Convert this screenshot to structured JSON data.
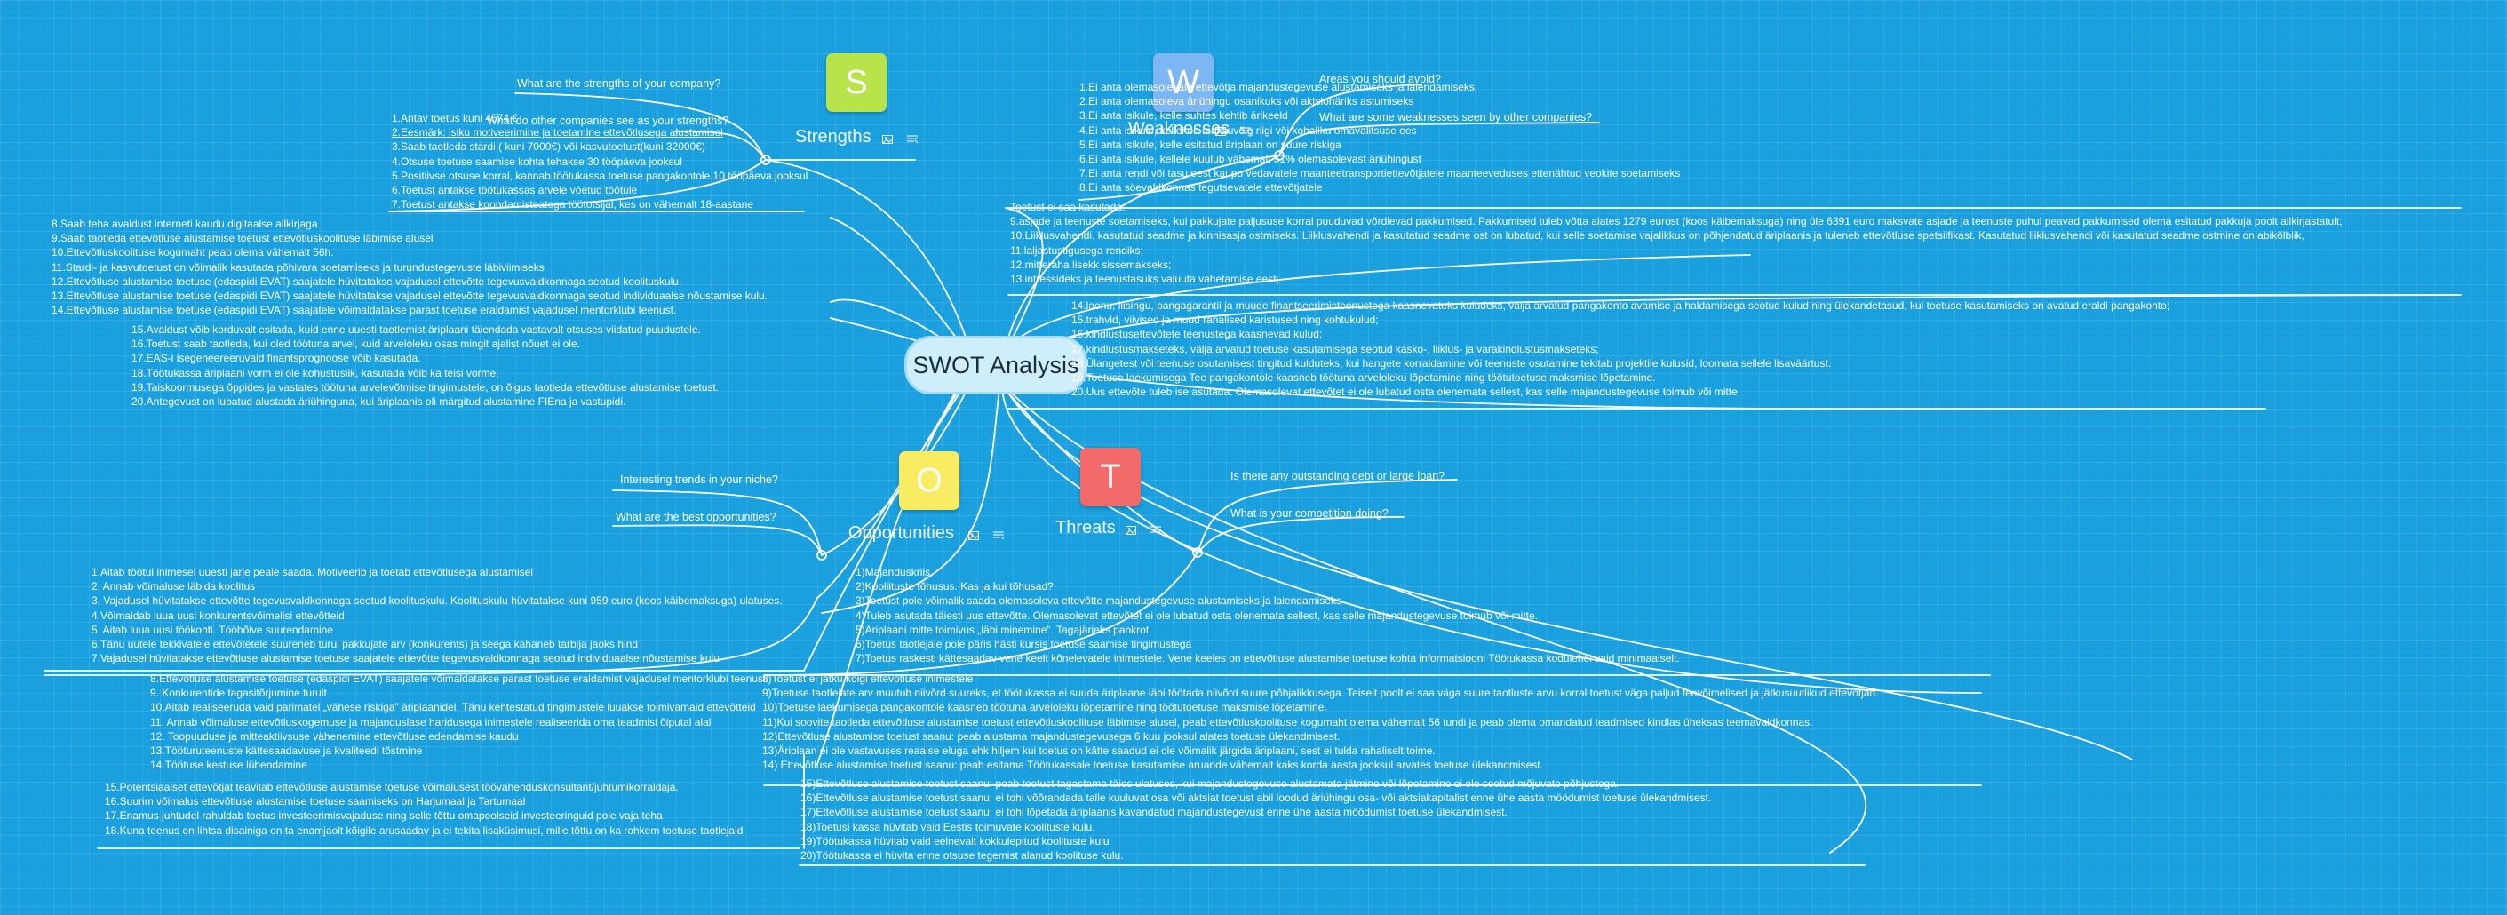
{
  "center": {
    "title": "SWOT Analysis"
  },
  "quadrants": {
    "strengths": {
      "letter": "S",
      "label": "Strengths",
      "color": "#b9e34a",
      "questions": [
        "What are the strengths of your company?",
        "What do other companies see as your strengths?"
      ]
    },
    "weaknesses": {
      "letter": "W",
      "label": "Weaknesses",
      "color": "#7cb6f3",
      "questions": [
        "Areas you should avoid?",
        "What are some weaknesses seen by other companies?"
      ]
    },
    "opportunities": {
      "letter": "O",
      "label": "Opportunities",
      "color": "#f7ec62",
      "questions": [
        "Interesting trends in your niche?",
        "What are the best opportunities?"
      ]
    },
    "threats": {
      "letter": "T",
      "label": "Threats",
      "color": "#f26a6a",
      "questions": [
        "Is there any outstanding debt or large loan?",
        "What is your competition doing?"
      ]
    }
  },
  "strengths_list_1": [
    "1.Antav toetus kuni 4574 €",
    "2.Eesmärk: isiku motiveerimine ja toetamine ettevõtlusega alustamisel",
    "3.Saab taotleda stardi ( kuni 7000€)  või kasvutoetust(kuni 32000€)",
    "4.Otsuse toetuse saamise kohta tehakse 30 tööpäeva jooksul",
    "5.Positiivse otsuse korral, kannab töötukassa toetuse pangakontole 10 tööpäeva jooksul",
    "6.Toetust antakse töötukassas arvele võetud töötule",
    "7.Toetust antakse koondamisteatega töötotsijal, kes on vähemalt 18-aastane"
  ],
  "strengths_list_2": [
    "8.Saab teha avaldust interneti kaudu digitaalse allkirjaga",
    "9.Saab taotleda  ettevõtluse alustamise toetust ettevõtluskoolituse läbimise alusel",
    "10.Ettevõtluskoolituse kogumaht peab olema vähemalt 56h.",
    "11.Stardi- ja kasvutoetust on võimalik kasutada põhivara soetamiseks ja turundustegevuste läbiviimiseks",
    "12.Ettevõtluse alustamise toetuse (edaspidi EVAT) saajatele hüvitatakse vajadusel ettevõtte tegevusvaldkonnaga seotud koolituskulu.",
    "13.Ettevõtluse alustamise toetuse (edaspidi EVAT) saajatele hüvitatakse vajadusel ettevõtte tegevusvaldkonnaga seotud individuaalse nõustamise kulu.",
    "14.Ettevõtluse alustamise toetuse (edaspidi EVAT) saajatele võimaldatakse parast toetuse eraldamist vajadusel mentorklubi teenust."
  ],
  "strengths_list_3": [
    "15.Avaldust võib korduvalt esitada, kuid enne uuesti taotlemist äriplaani täiendada vastavalt otsuses viidatud puudustele.",
    "16.Toetust saab taotleda, kui oled töötuna arvel, kuid arveloleku osas mingit ajalist nõuet ei ole.",
    "17.EAS-i isegeneereeruvaid finantsprognoose võib kasutada.",
    "18.Töötukassa äriplaani vorm ei ole kohustuslik, kasutada võib ka teisi vorme.",
    "19.Taiskoormusega õppides ja vastates töötuna arvelevõtmise tingimustele, on õigus taotleda ettevõtluse alustamise toetust.",
    "20.Antegevust on lubatud alustada äriühinguna, kui äriplaanis oli märgitud alustamine FIEna ja vastupidi."
  ],
  "weaknesses_list_1": [
    "1.Ei anta olemasolevale ettevõtja majandustegevuse alustamiseks ja laiendamiseks",
    "2.Ei anta olemasoleva äriühingu osanikuks või aktsionäriks astumiseks",
    "3.Ei anta isikule, kelle suhtes kehtib ärikeeld",
    "4.Ei anta isikule, kellel on maksuvõlg riigi või kohaliku omavalitsuse ees",
    "5.Ei anta isikule, kelle esitatud äriplaan on suure riskiga",
    "6.Ei anta isikule, kellele kuulub vähemalt 51% olemasolevast äriühingust",
    "7.Ei anta rendi või tasu eest kaupu vedavatele maanteetransportiettevõtjatele maanteeveduses ettenähtud veokite soetamiseks",
    "8.Ei anta söevaldkonnas tegutsevatele ettevõtjatele"
  ],
  "weaknesses_list_2": [
    "Toetust ei saa kasutada:",
    "9.asjade ja teenuste soetamiseks, kui pakkujate paljususe korral puuduvad võrdlevad pakkumised. Pakkumised tuleb võtta alates 1279 eurost (koos käibemaksuga) ning üle 6391 euro maksvate asjade ja teenuste puhul peavad pakkumised olema esitatud pakkuja poolt allkirjastatult;",
    "10.Liiklusvahendi, kasutatud seadme ja kinnisasja ostmiseks. Liiklusvahendi ja kasutatud seadme ost on lubatud, kui selle soetamise vajalikkus on põhjendatud äriplaanis ja tuleneb ettevõtluse spetsiifikast. Kasutatud liiklusvahendi või kasutatud seadme ostmine on abikõlblik,",
    "11.laljastustigusega rendiks;",
    "12.mitteraha lisekk sissemakseks;",
    "13.intressideks ja teenustasuks valuuta vahetamise eest;"
  ],
  "weaknesses_list_3": [
    "14.laenu, liisingu, pangagarantii ja muude finantseerimisteenustega kaasnevateks kuludeks, välja arvatud pangakonto avamise ja haldamisega seotud kulud ning ülekandetasud, kui toetuse kasutamiseks on avatud eraldi pangakonto;",
    "15.trahvid, viivised ja muud rahalised karistused ning kohtukulud;",
    "16.kindlustusettevõtete teenustega kaasnevad kulud;",
    "17.kindlustusmakseteks, välja arvatud toetuse kasutamisega seotud kasko-, liiklus- ja varakindlustusmakseteks;",
    "18.Ülangetest või teenuse osutamisest tingitud kulduteks, kui hangete korraldamine või teenuste osutamine tekitab projektile kulusid, loomata sellele lisaväärtust.",
    "19.Toetuse laekumisega Tee pangakontole kaasneb töötuna arveloleku lõpetamine ning töötutoetuse maksmise lõpetamine.",
    "20.Uus ettevõte tuleb ise asutada. Olemasolevat ettevõtet ei ole lubatud osta olenemata sellest, kas selle majandustegevuse toimub või mitte."
  ],
  "opportunities_list_1": [
    "1.Aitab töötul inimesel uuesti jarje peale saada. Motiveerib ja toetab ettevõtlusega alustamisel",
    "2. Annab võimaluse läbida koolitus",
    "3. Vajadusel hüvitatakse ettevõtte tegevusvaldkonnaga seotud koolituskulu. Koolituskulu hüvitatakse kuni 959 euro (koos käibemaksuga) ulatuses.",
    "4.Võimaldab luua uusi konkurentsvõimelisi ettevõtteid",
    "5. Aitab luua uusi töökohti. Tööhõive suurendamine",
    "6.Tänu uutele tekkivatele ettevõtetele suureneb turul pakkujate arv (konkurents) ja seega kahaneb tarbija jaoks hind",
    "7.Vajadusel hüvitatakse ettevõtluse alustamise toetuse saajatele ettevõtte tegevusvaldkonnaga seotud individuaalse nõustamise kulu"
  ],
  "opportunities_list_2": [
    "8.Ettevõtluse alustamise toetuse (edaspidi EVAT) saajatele võimaldatakse parast toetuse eraldamist vajadusel mentorklubi teenust.",
    "9. Konkurentide tagasitõrjumine turult",
    "10.Aitab realiseeruda vaid parimatel „vähese riskiga\" äriplaanidel. Tänu kehtestatud tingimustele luuakse toimivamaid ettevõtteid",
    "11. Annab võimaluse ettevõtluskogemuse ja majanduslase haridusega inimestele realiseerida oma teadmisi õiputal alal",
    "12. Toopuuduse ja mitteaktiivsuse vähenemine ettevõtluse edendamise kaudu",
    "13.Tööturuteenuste kättesaadavuse ja kvaliteedi tõstmine",
    "14.Töötuse kestuse lühendamine"
  ],
  "opportunities_list_3": [
    "15.Potentsiaalset ettevõtjat teavitab ettevõtluse alustamise toetuse võimalusest tööva­henduskonsultant/juhtumikorraldaja.",
    "16.Suurim võimalus ettevõtluse alustamise toetuse saamiseks on Harjumaal ja Tartumaal",
    "17.Enamus juhtudel rahuldab toetus investeerimisvajaduse ning selle tõttu omapoolseid investeeringuid pole vaja teha",
    "18.Kuna teenus on lihtsa disainiga on ta enamjaolt kõigile arusaadav ja ei tekita lisaküsimusi, mille tõttu on ka rohkem toetuse taotlejaid"
  ],
  "threats_list_1": [
    "1)Majanduskriis",
    "2)Kooliituste tõhusus. Kas ja kui tõhusad?",
    "3)Toetust pole võimalik saada olemasoleva ettevõtte majandustegevuse alustamiseks ja laiendamiseks",
    "4)Tuleb asutada täiesti uus ettevõtte. Olemasolevat ettevõtet ei ole lubatud osta olenemata sellest, kas selle majandustegevuse toimub või mitte.",
    "5)Äriplaani mitte toimivus „läbi minemine\". Tagajärjeks pankrot.",
    "6)Toetus taotlejale pole päris hästi kursis toetuse saamise tingimustega",
    "7)Toetus raskesti kättesaadav vene keelt kõnelevatele inimestele. Vene keeles on ettevõtluse alustamise toetuse kohta informatsiooni Töötukassa kodulehel vaid minimaalselt."
  ],
  "threats_list_2": [
    "8)Toetust ei jätku kõigi ettevõtluse inimestele",
    "9)Toetuse taotlejate arv muutub nii­võrd suureks, et töötukassa ei suuda äriplaane läbi töötada niivõrd suure põhjalikkusega. Teiselt poolt ei saa väga suure taotluste arvu korral toetust väga paljud teovõimelised ja jätkusuutlikud ettevõtjad.",
    "10)Toetuse laekumisega pangakontole kaasneb töötuna arveloleku lõpetamine ning töötutoetuse maksmise lõpetamine.",
    "11)Kui soovite taotleda ettevõtluse alustamise toetust ettevõtluskoolituse läbimise alusel, peab ettevõtluskoolituse kogumaht olema vähemalt 56 tundi ja peab olema omandatud teadmised kindlas üheksas teemavaldkonnas.",
    "12)Ettevõtluse alustamise toetust saanu: peab alustama majandustegevusega 6 kuu jooksul alates toetuse ülekandmisest.",
    "13)Äriplaan ei ole vastavuses reaalse eluga ehk hiljem kui toetus on kätte saadud ei ole võimalik järgida äriplaani, sest ei tulda rahaliselt toime.",
    "14) Ettevõtluse alustamise toetust saanu: peab esitama Töötukassale toetuse kasutamise aruande vähemalt kaks korda aasta jooksul arvates toetuse ülekandmisest."
  ],
  "threats_list_3": [
    "15)Ettevõtluse alustamise toetust saanu: peab toetust tagastama täies ulatuses, kui majandustegevuse alustamata jätmine või lõpetamine ei ole seotud mõjuvate põhjustega.",
    "16)Ettevõtluse alustamise toetust saanu: ei tohi võõrandada talle kuuluvat osa või aktsiat toetust abil loodud äriühingu osa- või aktsiakapitalist enne ühe aasta möödumist toetuse ülekandmisest.",
    "17)Ettevõtluse alustamise toetust saanu: ei tohi lõpetada äriplaanis kavandatud majandustegevust enne ühe aasta möödumist toetuse ülekandmisest.",
    "18)Toetusi kassa hüvitab vaid Eestis toimuvate koolituste kulu.",
    "19)Töötukassa hüvitab vaid eelnevalt kokkulepitud koolituste kulu",
    "20)Töötukassa ei hüvita enne otsuse tegemist alanud koolituse kulu."
  ]
}
